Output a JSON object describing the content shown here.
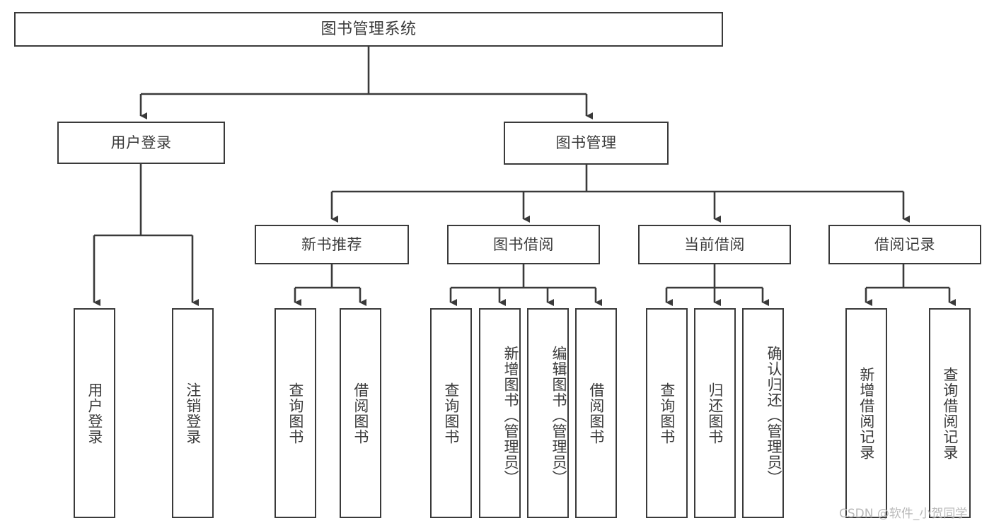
{
  "diagram": {
    "title": "图书管理系统",
    "type": "tree-hierarchy-chart",
    "orientation": "top-down",
    "line_color": "#3a3a3a",
    "text_color": "#3b3b3b",
    "box_fill": "#ffffff",
    "background": "#ffffff"
  },
  "root": {
    "label": "图书管理系统"
  },
  "level1": [
    {
      "label": "用户登录"
    },
    {
      "label": "图书管理"
    }
  ],
  "user_login_children": [
    {
      "label": "用户登录"
    },
    {
      "label": "注销登录"
    }
  ],
  "book_mgmt_children": [
    {
      "label": "新书推荐"
    },
    {
      "label": "图书借阅"
    },
    {
      "label": "当前借阅"
    },
    {
      "label": "借阅记录"
    }
  ],
  "new_book_children": [
    {
      "label": "查询图书"
    },
    {
      "label": "借阅图书"
    }
  ],
  "borrow_children": [
    {
      "label": "查询图书"
    },
    {
      "label": "新增图书（管理员）"
    },
    {
      "label": "编辑图书（管理员）"
    },
    {
      "label": "借阅图书"
    }
  ],
  "current_borrow_children": [
    {
      "label": "查询图书"
    },
    {
      "label": "归还图书"
    },
    {
      "label": "确认归还（管理员）"
    }
  ],
  "record_children": [
    {
      "label": "新增借阅记录"
    },
    {
      "label": "查询借阅记录"
    }
  ],
  "watermark": {
    "text": "CSDN @软件_小贺同学"
  }
}
